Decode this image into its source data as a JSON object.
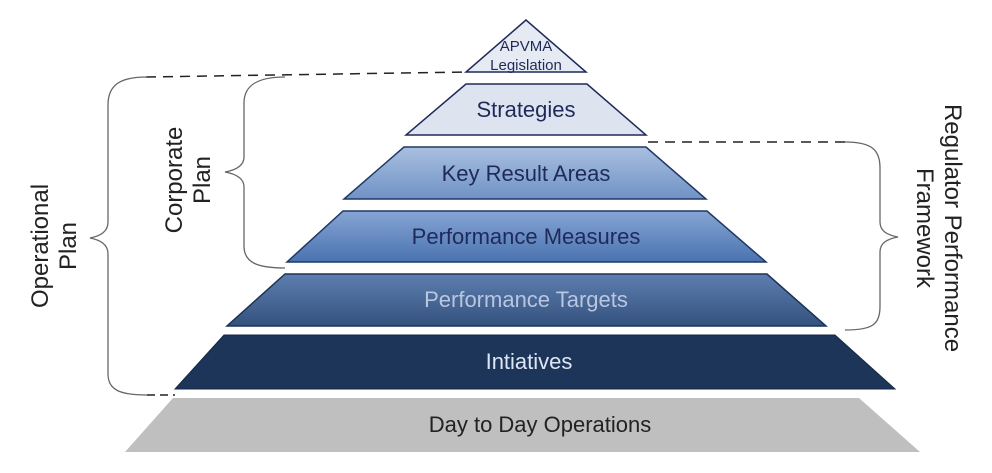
{
  "pyramid": {
    "apex_line1": "APVMA",
    "apex_line2": "Legislation",
    "levels": [
      "Strategies",
      "Key Result Areas",
      "Performance Measures",
      "Performance Targets",
      "Intiatives",
      "Day to Day Operations"
    ]
  },
  "brackets": {
    "operational_line1": "Operational",
    "operational_line2": "Plan",
    "corporate_line1": "Corporate",
    "corporate_line2": "Plan",
    "regulator_line1": "Regulator Performance",
    "regulator_line2": "Framework"
  },
  "colors": {
    "apex_fill": "#e6ebf3",
    "strategies_fill": "#dde4f0",
    "kra_fill": "#7f9fcc",
    "measures_fill": "#5b82bc",
    "targets_fill": "#44638f",
    "initiatives_fill": "#1c3559",
    "operations_fill": "#bfbfbf",
    "dark_text": "#1f2a5a",
    "light_text": "#dfe6f3"
  }
}
